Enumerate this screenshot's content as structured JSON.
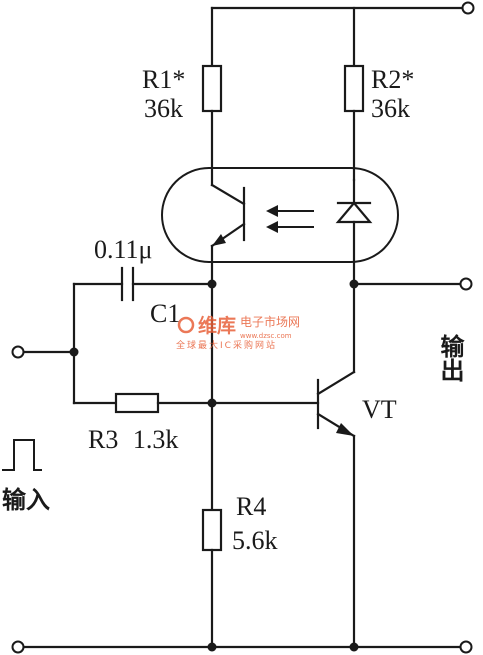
{
  "components": {
    "r1": {
      "name": "R1*",
      "value": "36k"
    },
    "r2": {
      "name": "R2*",
      "value": "36k"
    },
    "r3": {
      "name": "R3",
      "value": "1.3k"
    },
    "r4": {
      "name": "R4",
      "value": "5.6k"
    },
    "c1": {
      "name": "C1",
      "value": "0.11μ"
    },
    "vt": {
      "name": "VT"
    }
  },
  "labels": {
    "output": "输出",
    "input": "输入"
  },
  "watermark": {
    "brand": "维库",
    "tagline": "电子市场网",
    "url": "www.dzsc.com",
    "slogan": "全球最大IC采购网站"
  },
  "colors": {
    "line": "#1a1a1a",
    "watermark": "#e8613a"
  }
}
